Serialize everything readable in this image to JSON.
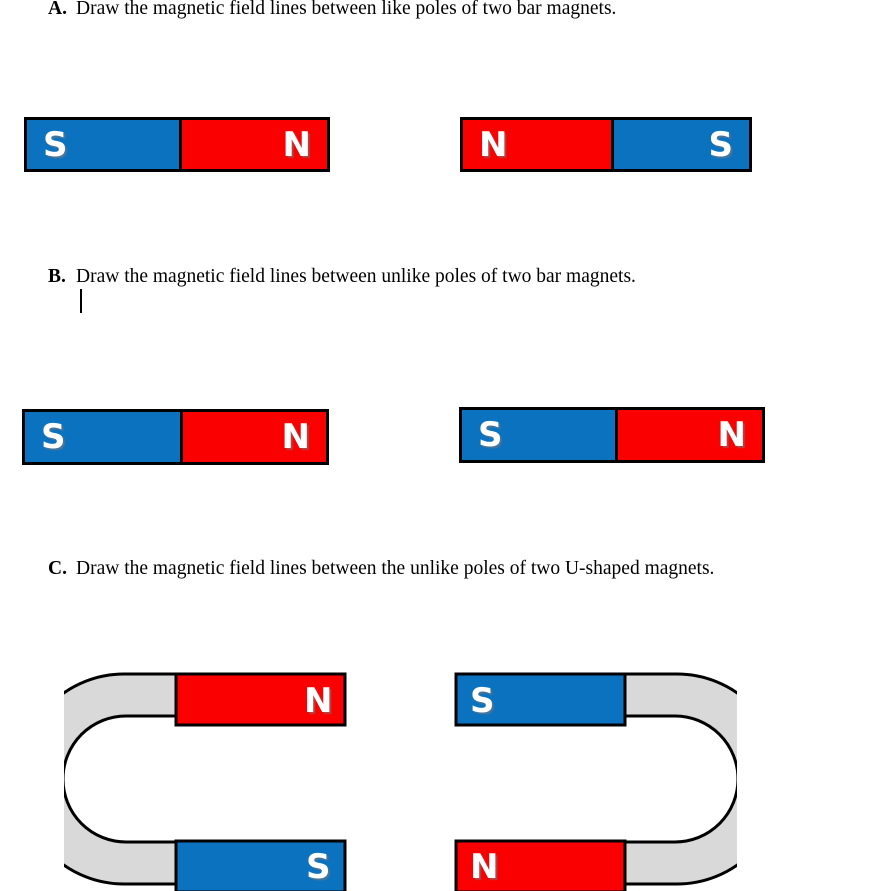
{
  "document": {
    "page_background": "#ffffff",
    "questions": [
      {
        "letter": "A.",
        "text": "Draw the magnetic field lines between like poles of two bar magnets."
      },
      {
        "letter": "B.",
        "text": "Draw the magnetic field lines between unlike poles of two bar magnets."
      },
      {
        "letter": "C.",
        "text": "Draw the magnetic field lines between the unlike poles of two U-shaped magnets."
      }
    ]
  },
  "colors": {
    "north_pole": "#FB0000",
    "south_pole": "#0B72C0",
    "magnet_body": "#D9D9D9",
    "outline": "#000000",
    "label_text": "#ffffff"
  },
  "caret": {
    "visible": true
  },
  "bar_magnets": {
    "row_a": [
      {
        "id": "magnet-a1",
        "left_pole": {
          "label": "S",
          "color": "#0B72C0"
        },
        "right_pole": {
          "label": "N",
          "color": "#FB0000"
        }
      },
      {
        "id": "magnet-a2",
        "left_pole": {
          "label": "N",
          "color": "#FB0000"
        },
        "right_pole": {
          "label": "S",
          "color": "#0B72C0"
        }
      }
    ],
    "row_b": [
      {
        "id": "magnet-b1",
        "left_pole": {
          "label": "S",
          "color": "#0B72C0"
        },
        "right_pole": {
          "label": "N",
          "color": "#FB0000"
        }
      },
      {
        "id": "magnet-b2",
        "left_pole": {
          "label": "S",
          "color": "#0B72C0"
        },
        "right_pole": {
          "label": "N",
          "color": "#FB0000"
        }
      }
    ]
  },
  "u_magnets": [
    {
      "id": "magnet-c1",
      "opening": "right",
      "top_pole": {
        "label": "N",
        "color": "#FB0000"
      },
      "bottom_pole": {
        "label": "S",
        "color": "#0B72C0"
      }
    },
    {
      "id": "magnet-c2",
      "opening": "left",
      "top_pole": {
        "label": "S",
        "color": "#0B72C0"
      },
      "bottom_pole": {
        "label": "N",
        "color": "#FB0000"
      }
    }
  ]
}
